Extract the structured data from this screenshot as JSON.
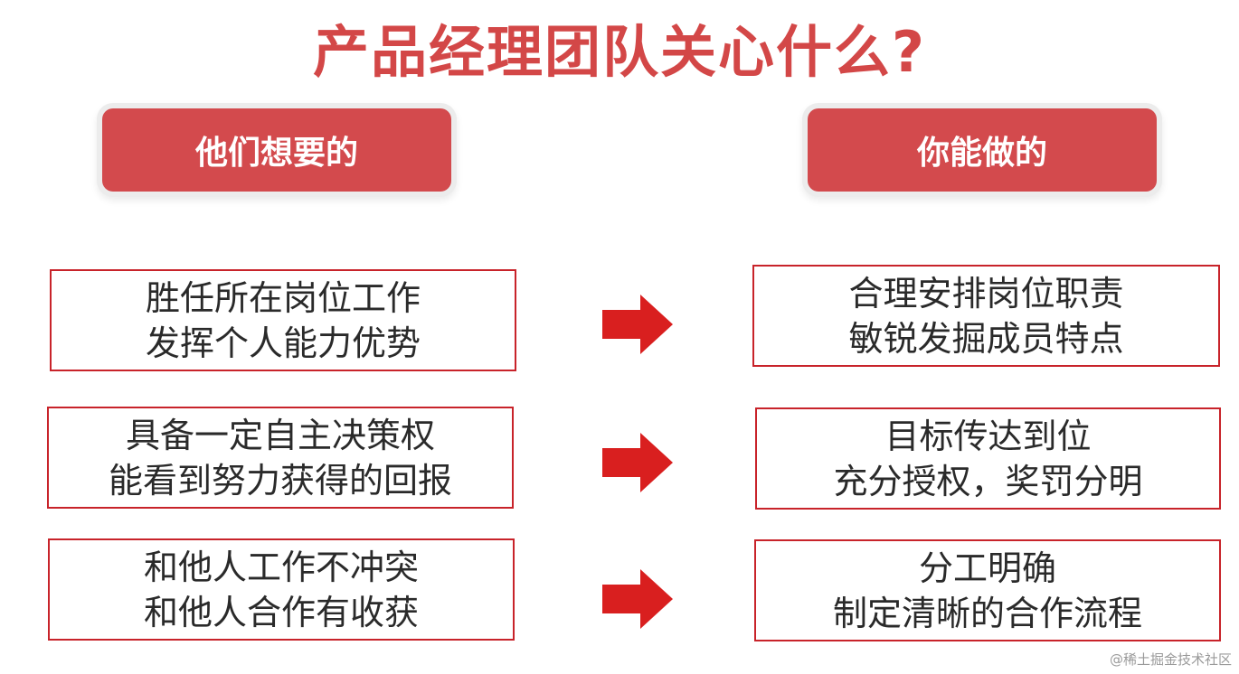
{
  "title": "产品经理团队关心什么?",
  "left_header": "他们想要的",
  "right_header": "你能做的",
  "rows": [
    {
      "left": [
        "胜任所在岗位工作",
        "发挥个人能力优势"
      ],
      "right": [
        "合理安排岗位职责",
        "敏锐发掘成员特点"
      ]
    },
    {
      "left": [
        "具备一定自主决策权",
        "能看到努力获得的回报"
      ],
      "right": [
        "目标传达到位",
        "充分授权，奖罚分明"
      ]
    },
    {
      "left": [
        "和他人工作不冲突",
        "和他人合作有收获"
      ],
      "right": [
        "分工明确",
        "制定清晰的合作流程"
      ]
    }
  ],
  "watermark": "@稀土掘金技术社区",
  "colors": {
    "title": "#d34747",
    "header_fill": "#d34a4d",
    "box_border": "#c8232a",
    "arrow": "#d91f1f"
  }
}
